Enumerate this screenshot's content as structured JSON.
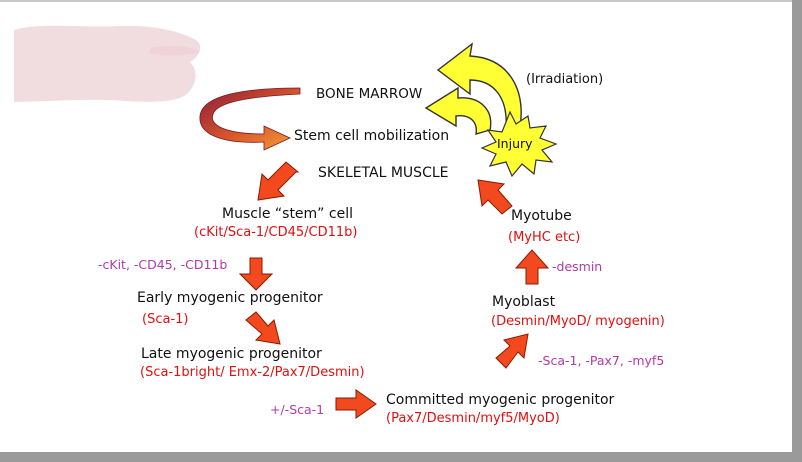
{
  "colors": {
    "black_text": "#111111",
    "marker_text": "#e01010",
    "negative_marker_text": "#b03aa8",
    "arrow_fill": "#f24a1e",
    "arrow_stroke": "#8a1a00",
    "yellow": "#ffff33",
    "pink_banner": "#f1dde0"
  },
  "nodes": {
    "bone_marrow": "BONE MARROW",
    "stem_cell_mobilization": "Stem cell mobilization",
    "irradiation": "(Irradiation)",
    "injury": "Injury",
    "skeletal_muscle": "SKELETAL MUSCLE",
    "muscle_stem_cell": {
      "title": "Muscle “stem” cell",
      "markers": "(cKit/Sca-1/CD45/CD11b)"
    },
    "early_progenitor": {
      "title": "Early myogenic progenitor",
      "markers": "(Sca-1)"
    },
    "late_progenitor": {
      "title": "Late myogenic progenitor",
      "markers": "(Sca-1bright/ Emx-2/Pax7/Desmin)"
    },
    "committed_progenitor": {
      "title": "Committed myogenic progenitor",
      "markers": "(Pax7/Desmin/myf5/MyoD)"
    },
    "myoblast": {
      "title": "Myoblast",
      "markers": "(Desmin/MyoD/ myogenin)"
    },
    "myotube": {
      "title": "Myotube",
      "markers": "(MyHC etc)"
    }
  },
  "transitions": {
    "stem_to_early": "-cKit, -CD45, -CD11b",
    "late_to_committed": "+/-Sca-1",
    "committed_to_myoblast": "-Sca-1, -Pax7, -myf5",
    "myoblast_to_myotube": "-desmin"
  }
}
